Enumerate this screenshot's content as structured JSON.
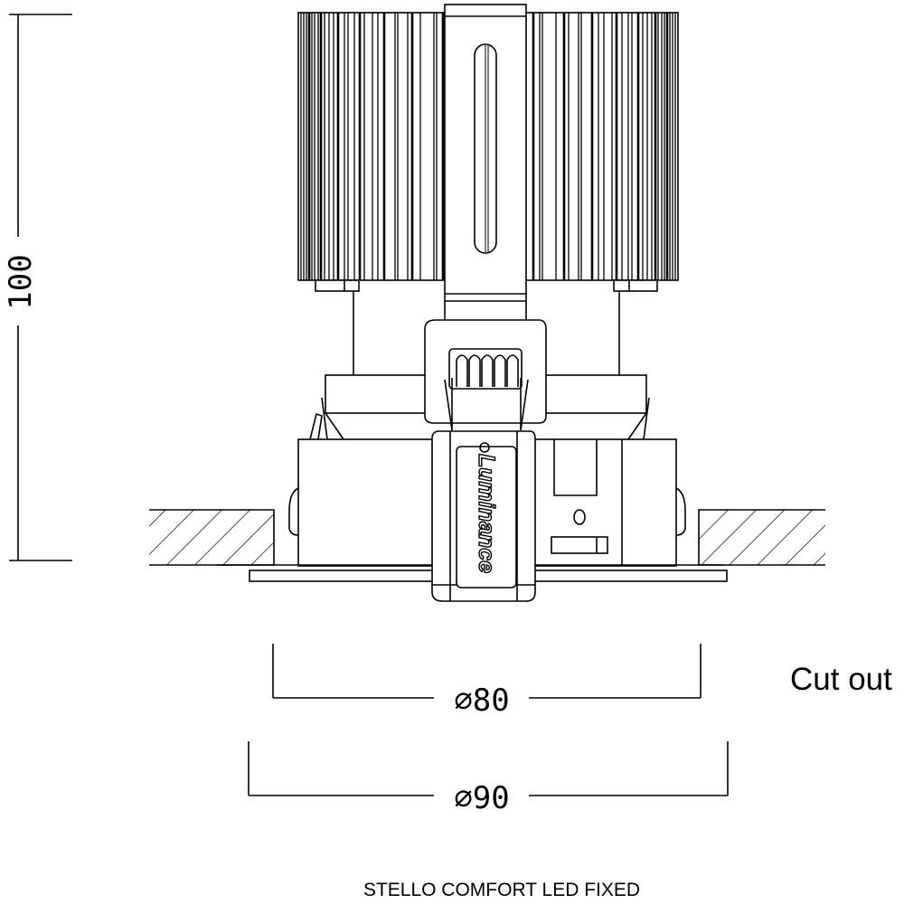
{
  "dimensions": {
    "height": "100",
    "cutout_diameter": "⌀80",
    "outer_diameter": "⌀90"
  },
  "cutout_label": "Cut out",
  "brand_logo": "Luminance",
  "product_title": "STELLO COMFORT LED FIXED"
}
